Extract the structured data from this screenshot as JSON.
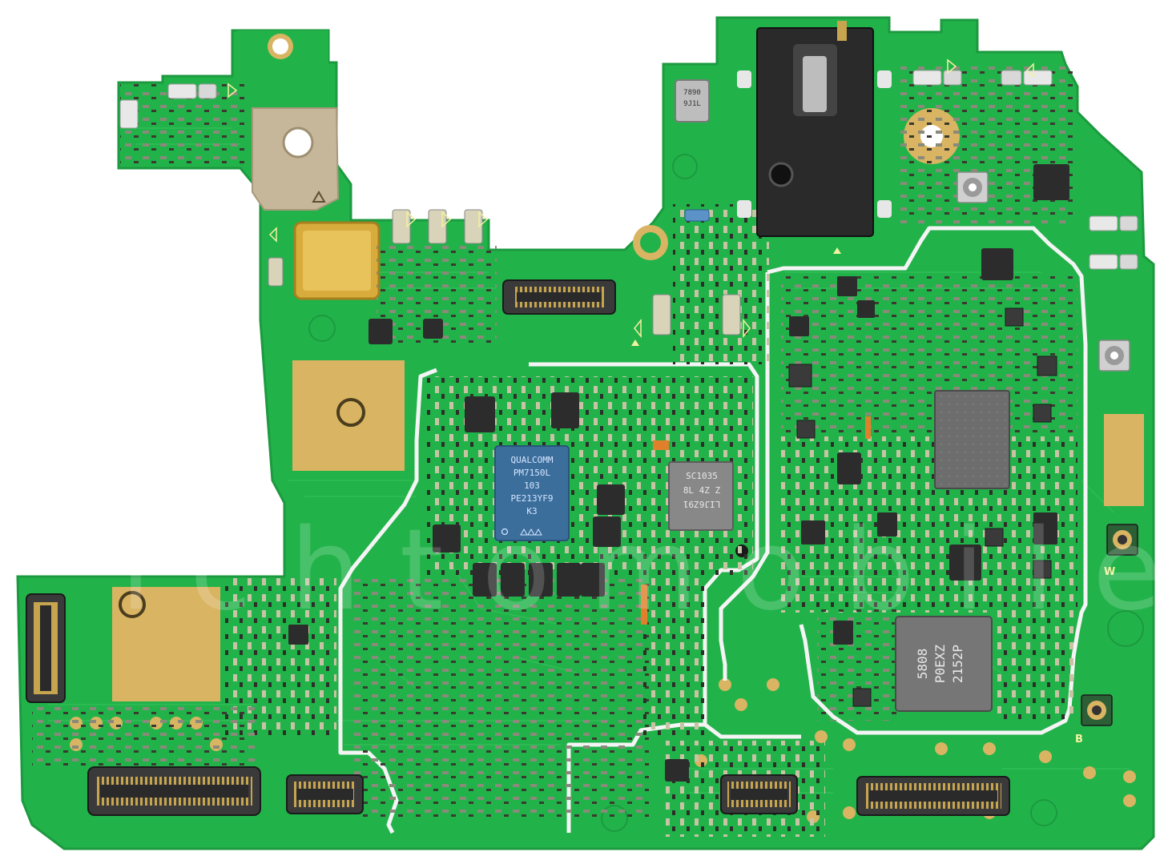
{
  "image": {
    "subject": "Smartphone main logic board (PCB), bottom side"
  },
  "chips": {
    "pmic": {
      "lines": [
        "QUALCOMM",
        "PM7150L",
        "103",
        "PE213YF9",
        "K3"
      ]
    },
    "sc_chip": {
      "lines": [
        "SC1035",
        "8L 4Z Z",
        "LIJ6Z91"
      ]
    },
    "rf_chip": {
      "lines": [
        "5808",
        "P0EXZ",
        "2152P"
      ]
    },
    "crystal": {
      "lines": [
        "7890",
        "9J1L"
      ]
    }
  },
  "silkscreen": {
    "label_w": "W",
    "label_b": "B"
  },
  "watermark": {
    "text": "ichtomobile"
  },
  "colors": {
    "board": "#22b24a",
    "board_edge": "#1c9a3f",
    "trace": "#35c45a",
    "gold": "#d9b462",
    "shield_white": "#f4f4f4",
    "chip_dark": "#2b2b2b",
    "pmic_blue": "#3c6e9c"
  }
}
